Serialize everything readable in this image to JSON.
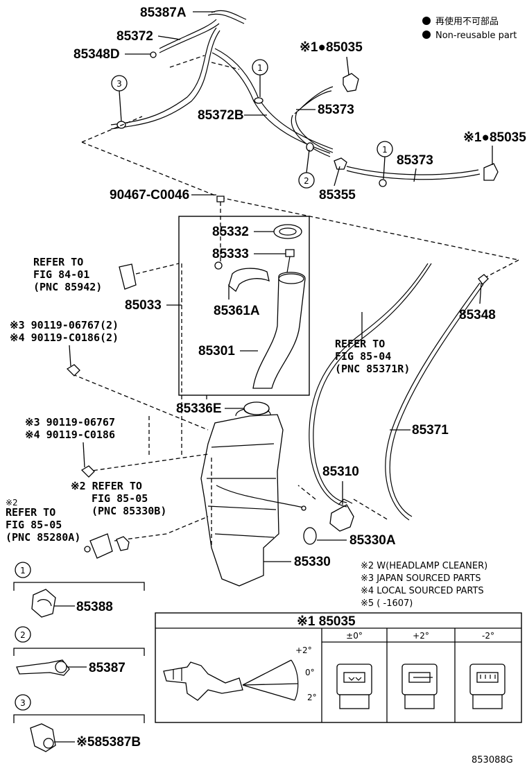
{
  "legend": {
    "ja": "再使用不可部品",
    "en": "Non-reusable part"
  },
  "parts": {
    "p85387A": "85387A",
    "p85372": "85372",
    "p85348D": "85348D",
    "p85035_a": "※1●85035",
    "p85373_a": "85373",
    "p85372B": "85372B",
    "p85035_b": "※1●85035",
    "p85373_b": "85373",
    "p85355": "85355",
    "p90467": "90467-C0046",
    "p85332": "85332",
    "p85333": "85333",
    "p85033": "85033",
    "p85361A": "85361A",
    "p85348": "85348",
    "p85301": "85301",
    "p85336E": "85336E",
    "p85371": "85371",
    "p85310": "85310",
    "p85330A": "85330A",
    "p85330": "85330",
    "p85388": "85388",
    "p85387": "85387",
    "p85387B": "※585387B"
  },
  "callouts": {
    "c1a": "1",
    "c1b": "1",
    "c2": "2",
    "c3": "3",
    "d1": "1",
    "d2": "2",
    "d3": "3"
  },
  "refs": {
    "r1": [
      "REFER TO",
      "FIG 84-01",
      "(PNC 85942)"
    ],
    "r2": [
      "REFER TO",
      "FIG 85-04",
      "(PNC 85371R)"
    ],
    "r3": [
      "※2 REFER TO",
      "FIG 85-05",
      "(PNC 85330B)"
    ],
    "r4": [
      "※2",
      "REFER TO",
      "FIG 85-05",
      "(PNC 85280A)"
    ]
  },
  "bolts": {
    "b1a": "※3 90119-06767(2)",
    "b1b": "※4 90119-C0186(2)",
    "b2a": "※3 90119-06767",
    "b2b": "※4 90119-C0186"
  },
  "notes": [
    "※2 W(HEADLAMP CLEANER)",
    "※3 JAPAN SOURCED PARTS",
    "※4 LOCAL SOURCED PARTS",
    "※5 (       -1607)"
  ],
  "nozzle_table": {
    "title": "※1 85035",
    "angles": [
      "+2°",
      "0°",
      "2°"
    ],
    "columns": [
      "±0°",
      "+2°",
      "-2°"
    ]
  },
  "drawing_code": "853088G"
}
